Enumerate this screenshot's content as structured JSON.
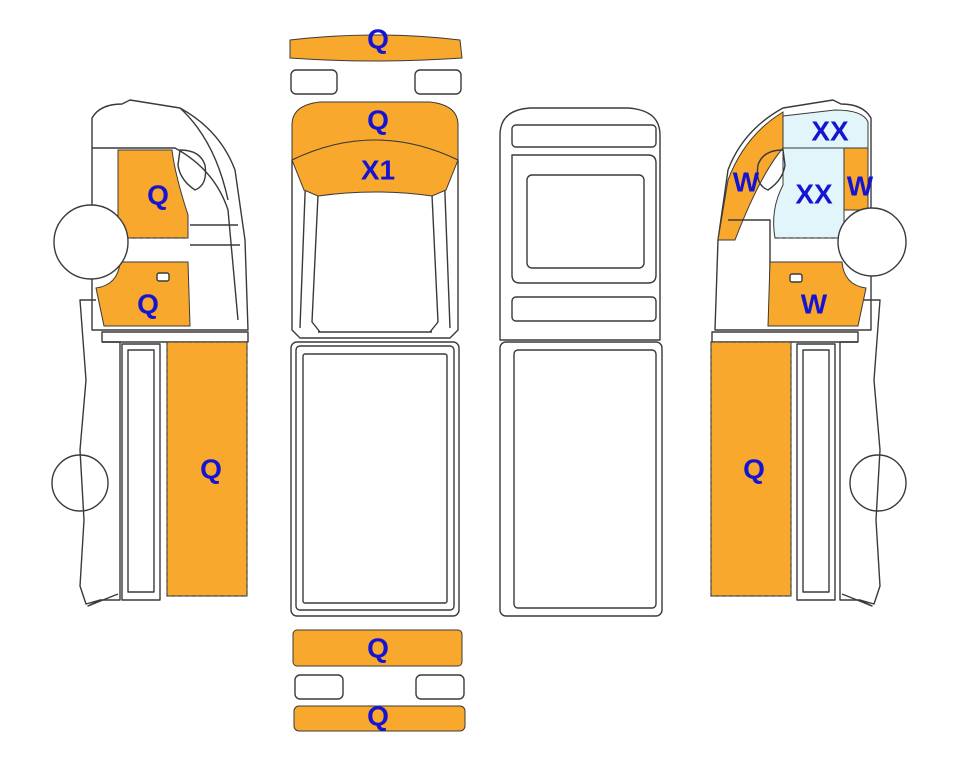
{
  "colors": {
    "damage_fill": "#F8A82C",
    "light_fill": "#E2F5FA",
    "label": "#1414D2",
    "outline": "#3A3A3A",
    "background": "#FFFFFF"
  },
  "labels": {
    "front_bumper": "Q",
    "hood": "Q",
    "windshield": "X1",
    "rear_panel": "Q",
    "rear_bumper": "Q",
    "left_front_door": "Q",
    "left_rocker": "Q",
    "left_cargo_side": "Q",
    "right_roof_corner": "XX",
    "right_a_pillar": "W",
    "right_front_door": "XX",
    "right_b_pillar": "W",
    "right_rocker": "W",
    "right_cargo_side": "Q"
  }
}
